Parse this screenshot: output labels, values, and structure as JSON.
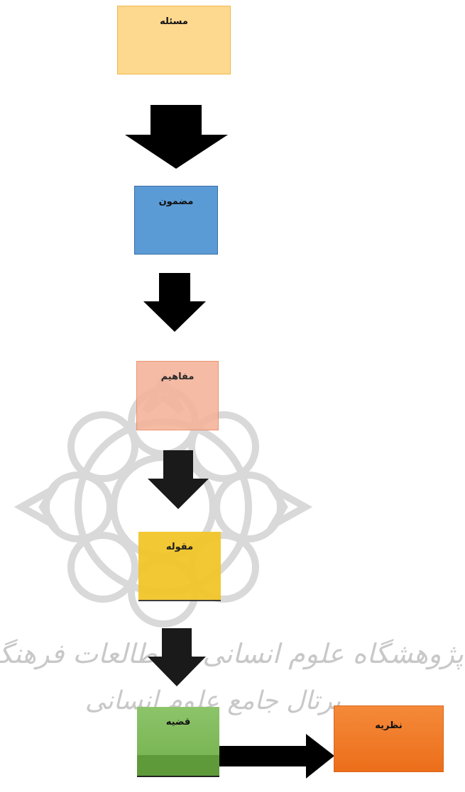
{
  "diagram": {
    "boxes": [
      {
        "id": "masale",
        "label": "مسئله",
        "fill": "#fdd88f",
        "border": "#f0b84a"
      },
      {
        "id": "mazmun",
        "label": "مضمون",
        "fill": "#5b9bd5",
        "border": "#3a6ea5"
      },
      {
        "id": "mafahim",
        "label": "مفاهیم",
        "fill": "#f4b49c",
        "border": "#e98a62"
      },
      {
        "id": "maghule",
        "label": "مقوله",
        "fill": "#f2c62a",
        "border": "#c79a00"
      },
      {
        "id": "ghazie",
        "label": "قضیه",
        "fill": "#70ad47",
        "border": "#507e32"
      },
      {
        "id": "nazarie",
        "label": "نظریه",
        "fill": "#f07c2a",
        "border": "#d9651a"
      }
    ],
    "arrow_color": "#000000"
  },
  "watermark": {
    "line1": "پژوهشگاه علوم انسانی و مطالعات فرهنگی",
    "line2": "پرتال جامع علوم انسانی",
    "color": "#c8c8c8"
  }
}
